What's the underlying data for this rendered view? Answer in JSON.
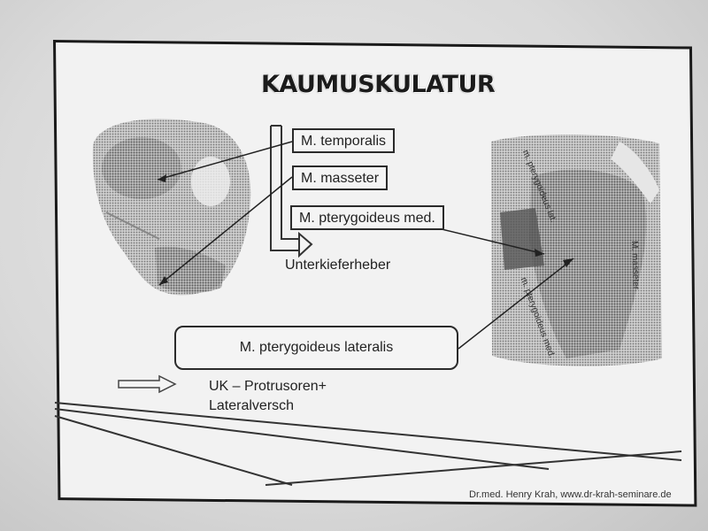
{
  "slide": {
    "title": "KAUMUSKULATUR",
    "labels": {
      "temporalis": "M. temporalis",
      "masseter": "M. masseter",
      "pterygoideus_med": "M. pterygoideus med.",
      "unterkieferheber": "Unterkieferheber",
      "pterygoideus_lateralis": "M. pterygoideus lateralis",
      "uk_protrusoren_line1": "UK – Protrusoren+",
      "uk_protrusoren_line2": "Lateralversch"
    },
    "image_labels": {
      "pterygoideus_lat_upper": "m. pterygoideus lat.",
      "masseter_vertical": "M. masseter",
      "pterygoideus_med_lower": "m. pterygoideus med."
    },
    "footer": "Dr.med. Henry Krah, www.dr-krah-seminare.de"
  }
}
